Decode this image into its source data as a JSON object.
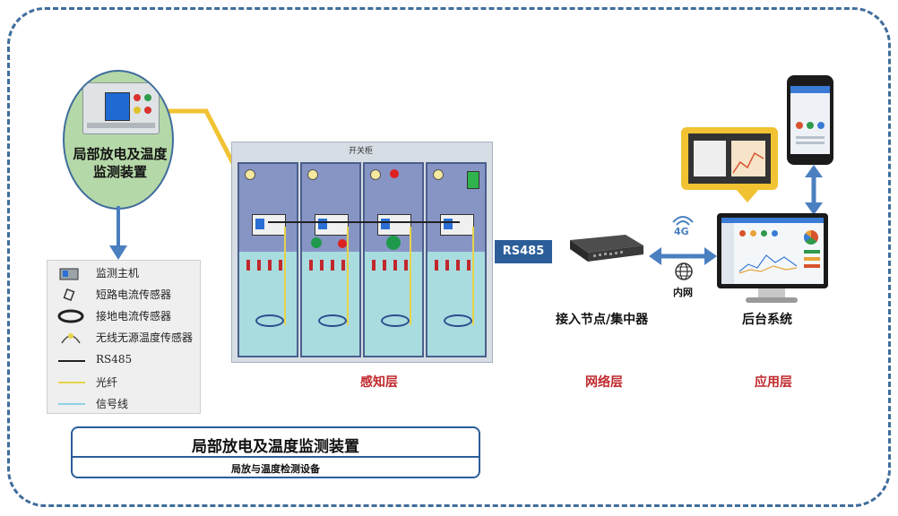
{
  "device": {
    "circle_label": "局部放电及温度监测装置"
  },
  "legend": {
    "items": [
      {
        "label": "监测主机",
        "icon": "monitor-host-icon"
      },
      {
        "label": "短路电流传感器",
        "icon": "short-circuit-sensor-icon"
      },
      {
        "label": "接地电流传感器",
        "icon": "ground-current-sensor-icon"
      },
      {
        "label": "无线无源温度传感器",
        "icon": "wireless-temperature-sensor-icon"
      },
      {
        "label": "RS485",
        "icon": "black-line",
        "color": "#222222"
      },
      {
        "label": "光纤",
        "icon": "yellow-line",
        "color": "#e7d34a"
      },
      {
        "label": "信号线",
        "icon": "blue-line",
        "color": "#8fd0e8"
      }
    ]
  },
  "switchgear": {
    "title": "开关柜"
  },
  "network": {
    "rs485_label": "RS485",
    "concentrator_label": "接入节点/集中器",
    "fourg_label": "4G",
    "intranet_label": "内网",
    "backend_label": "后台系统"
  },
  "layers": {
    "perception": "感知层",
    "network": "网络层",
    "application": "应用层"
  },
  "title_box": {
    "main": "局部放电及温度监测装置",
    "sub": "局放与温度检测设备"
  },
  "colors": {
    "frame": "#3f6d9c",
    "accent_blue": "#2b5d99",
    "layer_red": "#c0282d",
    "circle_green": "#b5d8a8",
    "callout_yellow": "#f1c232",
    "arrow_blue": "#4a7fc0"
  }
}
